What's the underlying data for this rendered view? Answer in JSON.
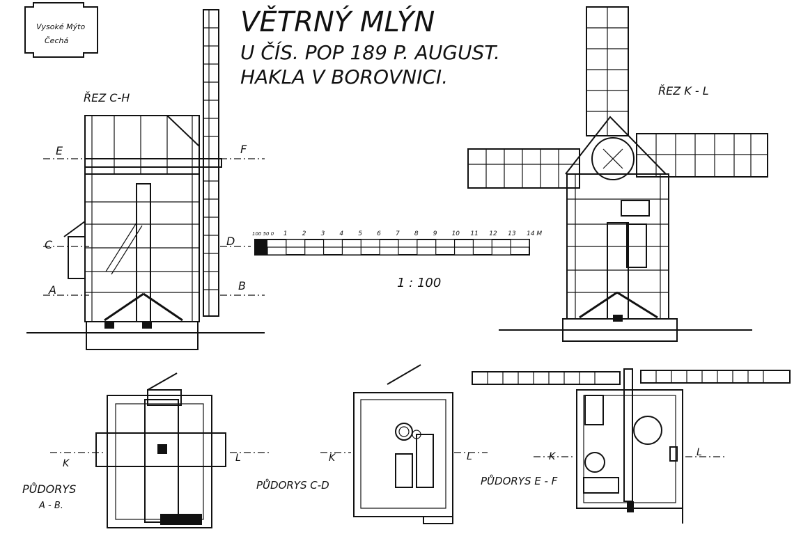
{
  "title": {
    "line1": "VĚTRNÝ MLÝN",
    "line2": "U ČÍS. POP 189 P. AUGUST.",
    "line3": "HAKLA V BOROVNICI."
  },
  "stamp": {
    "line1": "Vysoké Mýto",
    "line2": "Čechá"
  },
  "sections": {
    "left": "ŘEZ C-H",
    "right": "ŘEZ K - L"
  },
  "section_markers": {
    "E": "E",
    "F": "F",
    "C": "C",
    "D": "D",
    "A": "A",
    "B": "B",
    "K": "K",
    "L": "L"
  },
  "scale": {
    "ratio": "1 : 100",
    "ticks": [
      "100 50 0",
      "1",
      "2",
      "3",
      "4",
      "5",
      "6",
      "7",
      "8",
      "9",
      "10",
      "11",
      "12",
      "13",
      "14 M"
    ]
  },
  "plans": {
    "ab_line1": "PŮDORYS",
    "ab_line2": "A - B.",
    "cd": "PŮDORYS C-D",
    "ef": "PŮDORYS E - F"
  }
}
